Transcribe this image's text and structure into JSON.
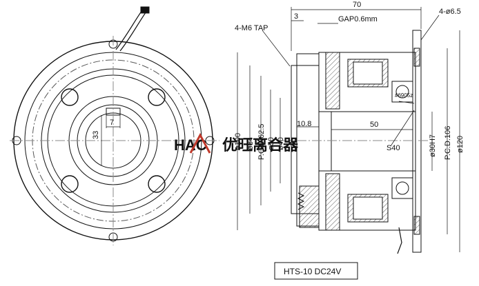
{
  "logo": {
    "letters": "HAC",
    "cn": "优旺离合器",
    "accent": "#c0392b"
  },
  "model": "HTS-10 DC24V",
  "front_view": {
    "key_width": "7",
    "bore_height": "33"
  },
  "side_view": {
    "overall_length": "70",
    "flange_thickness": "3",
    "gap": "GAP0.6mm",
    "tap": "4-M6 TAP",
    "holes": "4-ø6.5",
    "hub_length": "10.8",
    "body_length": "50",
    "bearing": "#6905z",
    "shaft": "S40",
    "dia_left": [
      "ø100",
      "ø84",
      "P.C.D.62.5",
      "ø50",
      "ø40"
    ],
    "dia_right": [
      "ø30H7",
      "P.C.D.106",
      "ø120"
    ]
  }
}
